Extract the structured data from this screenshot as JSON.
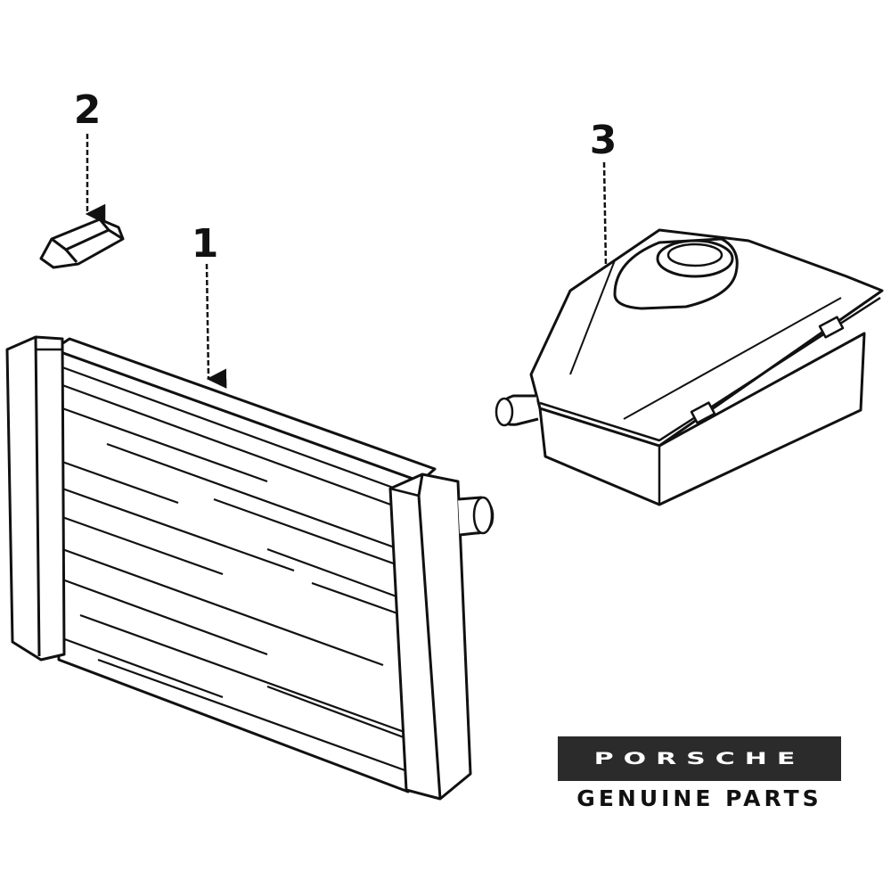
{
  "callouts": {
    "radiator": "1",
    "bracket": "2",
    "reservoir": "3"
  },
  "brand": {
    "logo_text": "PORSCHE",
    "tagline": "GENUINE PARTS"
  }
}
